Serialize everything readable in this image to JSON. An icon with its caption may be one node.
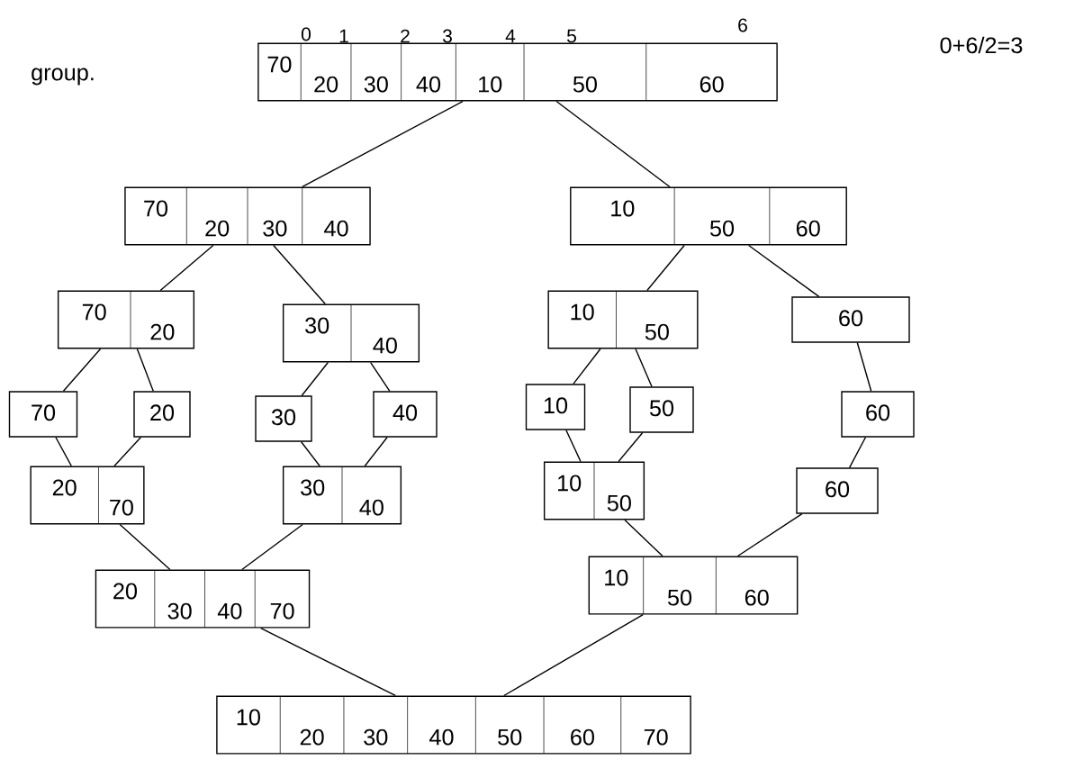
{
  "diagram": {
    "nodes": [
      {
        "text": [
          "70",
          "20",
          "30",
          "40",
          "10",
          "50",
          "60"
        ]
      },
      {
        "text": [
          "70",
          "20",
          "30",
          "40"
        ]
      },
      {
        "text": [
          "10",
          "50",
          "60"
        ]
      },
      {
        "text": [
          "70",
          "20"
        ]
      },
      {
        "text": [
          "30",
          "40"
        ]
      },
      {
        "text": [
          "10",
          "50"
        ]
      },
      {
        "text": [
          "60"
        ]
      },
      {
        "text": [
          "70"
        ]
      },
      {
        "text": [
          "20"
        ]
      },
      {
        "text": [
          "30"
        ]
      },
      {
        "text": [
          "40"
        ]
      },
      {
        "text": [
          "10"
        ]
      },
      {
        "text": [
          "50"
        ]
      },
      {
        "text": [
          "60"
        ]
      },
      {
        "text": [
          "20",
          "70"
        ]
      },
      {
        "text": [
          "30",
          "40"
        ]
      },
      {
        "text": [
          "10",
          "50"
        ]
      },
      {
        "text": [
          "60"
        ]
      },
      {
        "text": [
          "20",
          "30",
          "40",
          "70"
        ]
      },
      {
        "text": [
          "10",
          "50",
          "60"
        ]
      },
      {
        "text": [
          "10",
          "20",
          "30",
          "40",
          "50",
          "60",
          "70"
        ]
      }
    ],
    "edges": [
      {
        "from": 0,
        "to": 1,
        "arrow": "none"
      },
      {
        "from": 0,
        "to": 2,
        "arrow": "none"
      },
      {
        "from": 1,
        "to": 3,
        "arrow": "none"
      },
      {
        "from": 1,
        "to": 4,
        "arrow": "none"
      },
      {
        "from": 2,
        "to": 5,
        "arrow": "none"
      },
      {
        "from": 2,
        "to": 6,
        "arrow": "none"
      },
      {
        "from": 3,
        "to": 7,
        "arrow": "none"
      },
      {
        "from": 3,
        "to": 8,
        "arrow": "none"
      },
      {
        "from": 4,
        "to": 9,
        "arrow": "none"
      },
      {
        "from": 4,
        "to": 10,
        "arrow": "none"
      },
      {
        "from": 5,
        "to": 11,
        "arrow": "none"
      },
      {
        "from": 5,
        "to": 12,
        "arrow": "none"
      },
      {
        "from": 6,
        "to": 13,
        "arrow": "none"
      },
      {
        "from": 7,
        "to": 14,
        "arrow": "none"
      },
      {
        "from": 8,
        "to": 14,
        "arrow": "none"
      },
      {
        "from": 9,
        "to": 15,
        "arrow": "none"
      },
      {
        "from": 10,
        "to": 15,
        "arrow": "none"
      },
      {
        "from": 11,
        "to": 16,
        "arrow": "none"
      },
      {
        "from": 12,
        "to": 16,
        "arrow": "none"
      },
      {
        "from": 13,
        "to": 17,
        "arrow": "none"
      },
      {
        "from": 14,
        "to": 18,
        "arrow": "none"
      },
      {
        "from": 15,
        "to": 18,
        "arrow": "none"
      },
      {
        "from": 16,
        "to": 19,
        "arrow": "none"
      },
      {
        "from": 17,
        "to": 19,
        "arrow": "none"
      },
      {
        "from": 18,
        "to": 20,
        "arrow": "none"
      },
      {
        "from": 19,
        "to": 20,
        "arrow": "none"
      }
    ],
    "labels": [
      "0",
      "1",
      "2",
      "3",
      "4",
      "5",
      "6",
      "group.",
      "0+6/2=3"
    ]
  }
}
